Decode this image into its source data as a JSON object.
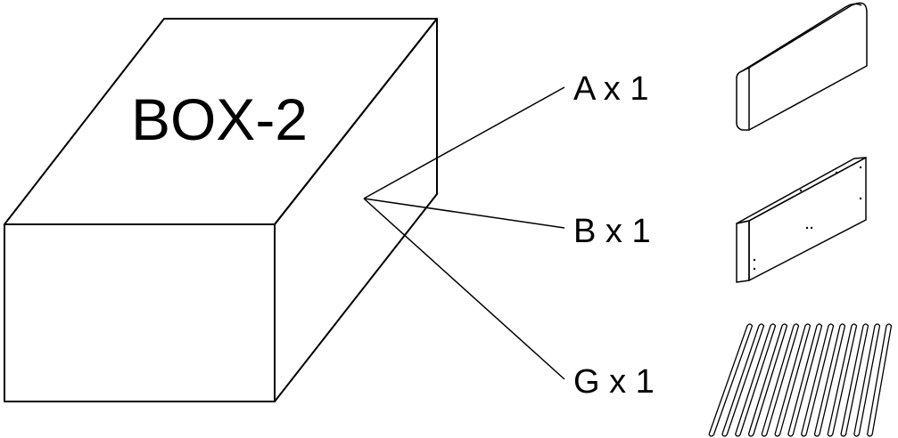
{
  "box": {
    "label": "BOX-2"
  },
  "parts": [
    {
      "id": "A",
      "text": "A x 1"
    },
    {
      "id": "B",
      "text": "B x 1"
    },
    {
      "id": "G",
      "text": "G x 1"
    }
  ],
  "colors": {
    "stroke": "#000000",
    "background": "#ffffff"
  }
}
